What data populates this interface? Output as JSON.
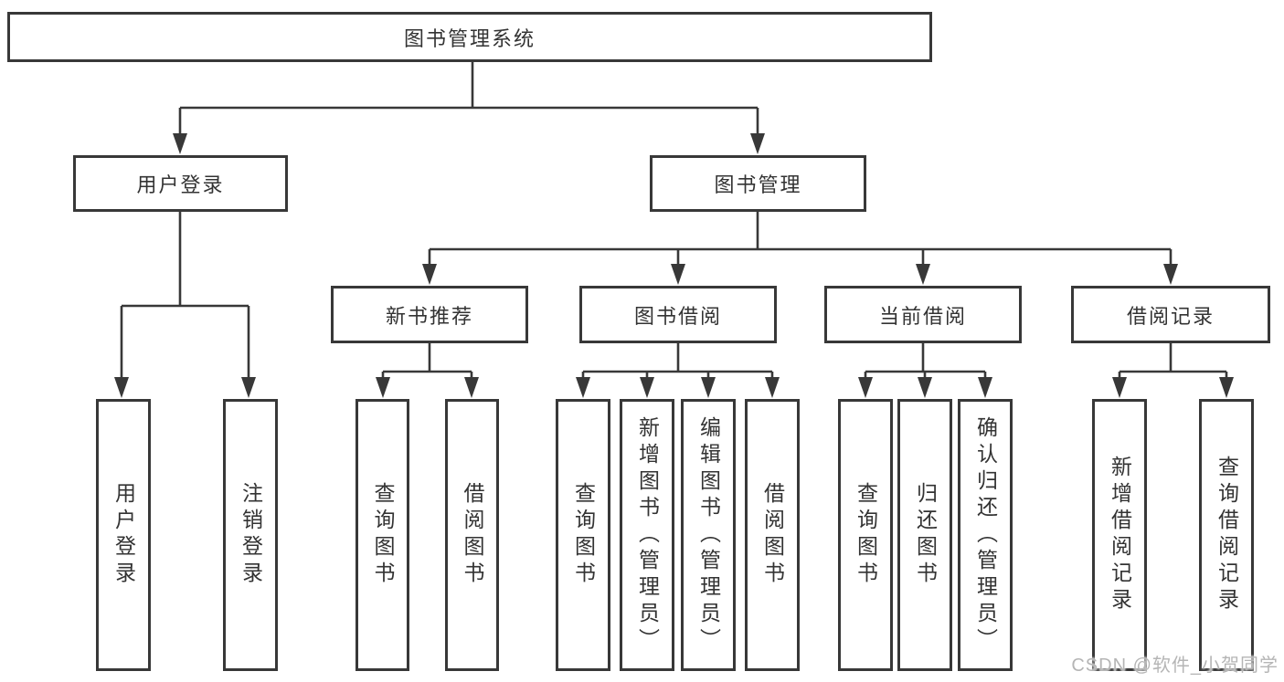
{
  "diagram": {
    "title": "图书管理系统",
    "level2": {
      "user_login": "用户登录",
      "book_mgmt": "图书管理"
    },
    "level3": {
      "new_books": "新书推荐",
      "borrow": "图书借阅",
      "current": "当前借阅",
      "records": "借阅记录"
    },
    "leaves": {
      "user_login": [
        "用户登录",
        "注销登录"
      ],
      "new_books": [
        "查询图书",
        "借阅图书"
      ],
      "borrow": [
        "查询图书",
        "新增图书（管理员）",
        "编辑图书（管理员）",
        "借阅图书"
      ],
      "current": [
        "查询图书",
        "归还图书",
        "确认归还（管理员）"
      ],
      "records": [
        "新增借阅记录",
        "查询借阅记录"
      ]
    }
  },
  "watermark": "CSDN @软件_小贺同学",
  "colors": {
    "line": "#383838",
    "text": "#333333",
    "background": "#ffffff",
    "watermark": "#b5b5b5"
  }
}
